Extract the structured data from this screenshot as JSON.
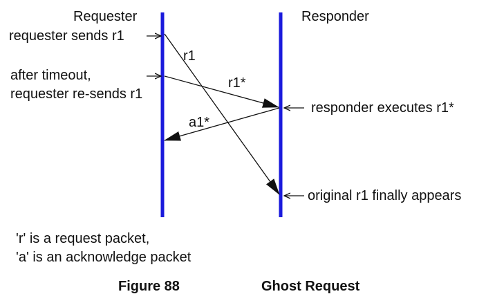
{
  "colors": {
    "lifeline": "#1a1adc",
    "ink": "#111111",
    "background": "#ffffff"
  },
  "diagram": {
    "requester": "Requester",
    "responder": "Responder",
    "notes": {
      "requester_sends": "requester sends r1",
      "after_timeout_1": "after timeout,",
      "after_timeout_2": "requester re-sends r1",
      "responder_executes": "responder executes r1*",
      "original_appears": "original r1 finally appears"
    },
    "messages": {
      "r1": "r1",
      "r1_star": "r1*",
      "a1_star": "a1*"
    },
    "legend": {
      "line1": "'r' is a request packet,",
      "line2": "'a' is an acknowledge packet"
    }
  },
  "caption": {
    "figure": "Figure 88",
    "title": "Ghost Request"
  }
}
